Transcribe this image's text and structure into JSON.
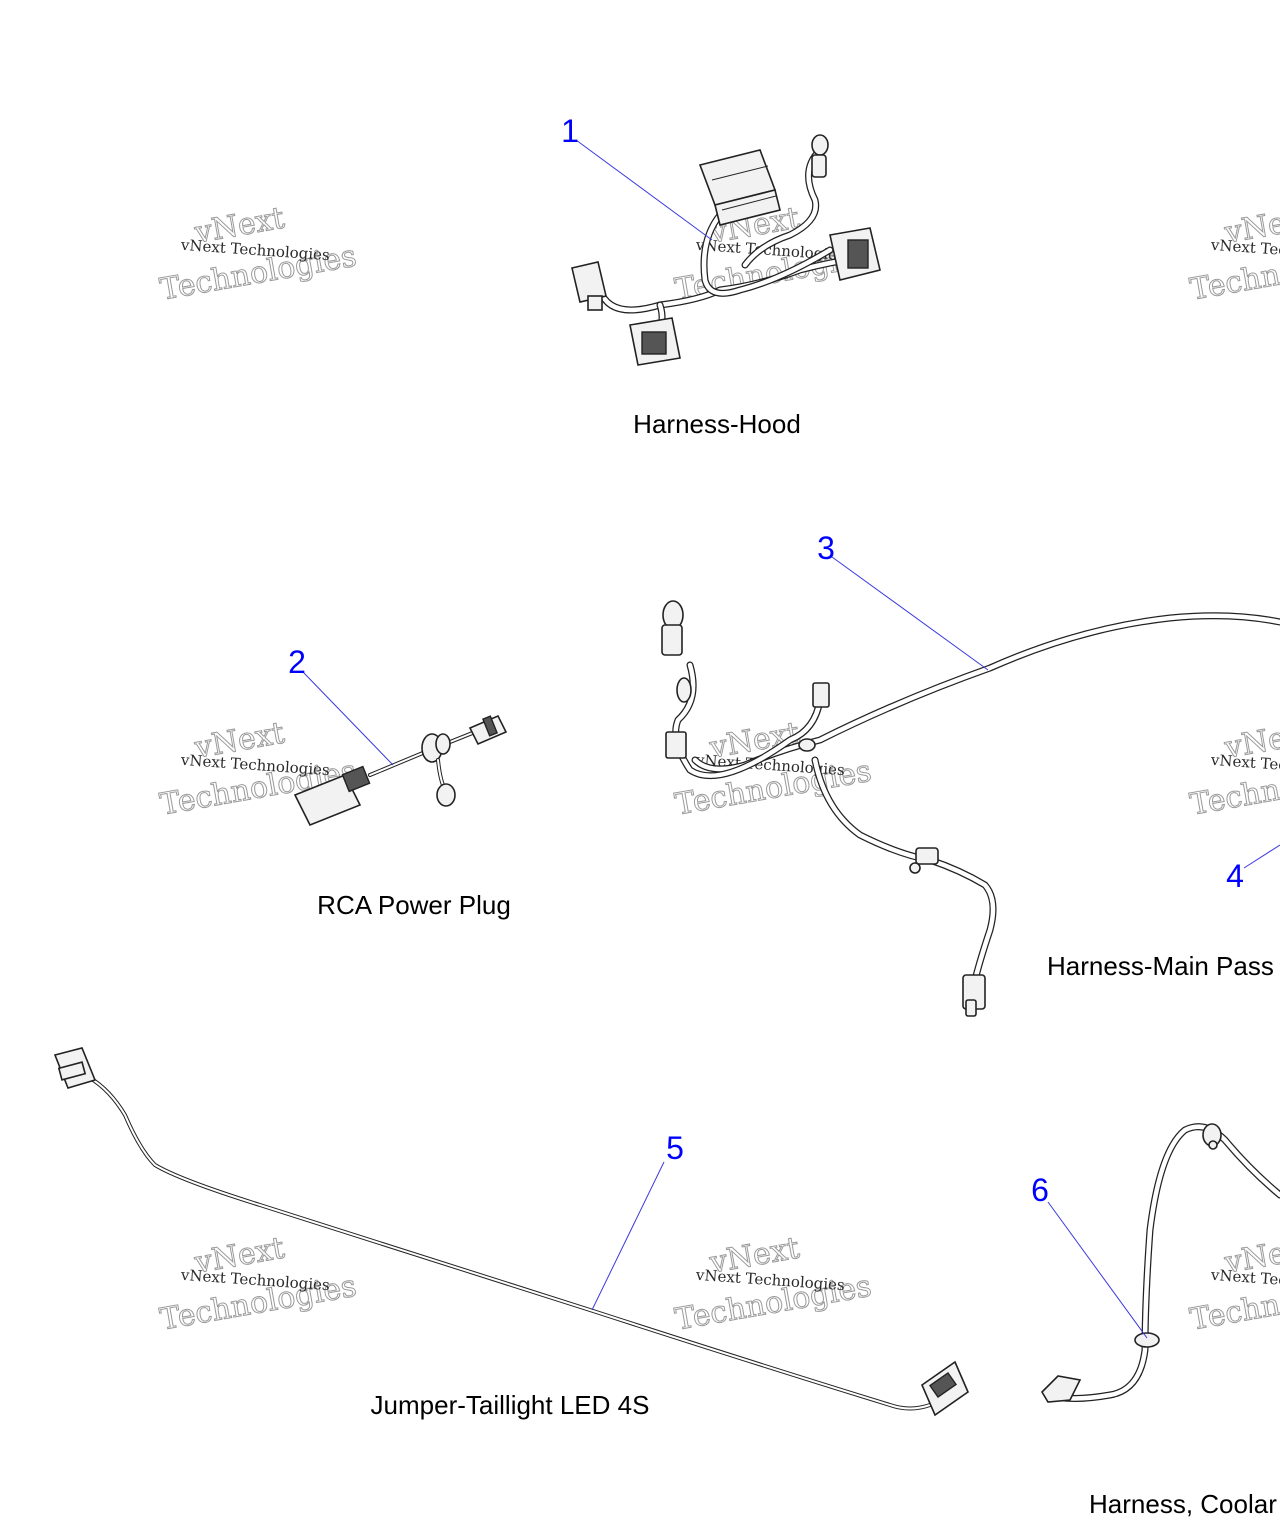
{
  "watermark": {
    "line1": "vNext Technologies",
    "line2_top": "vNext",
    "line2_bottom": "Technologies"
  },
  "parts": [
    {
      "callout": "1",
      "label": "Harness-Hood"
    },
    {
      "callout": "2",
      "label": "RCA Power Plug"
    },
    {
      "callout": "3",
      "label": "Harness-Main Pass"
    },
    {
      "callout": "4",
      "label": ""
    },
    {
      "callout": "5",
      "label": "Jumper-Taillight LED 4S"
    },
    {
      "callout": "6",
      "label": "Harness, Coolar"
    }
  ],
  "colors": {
    "callout": "#0000ff",
    "leader": "#3a3adf",
    "label": "#000000",
    "line_art": "#222222"
  }
}
